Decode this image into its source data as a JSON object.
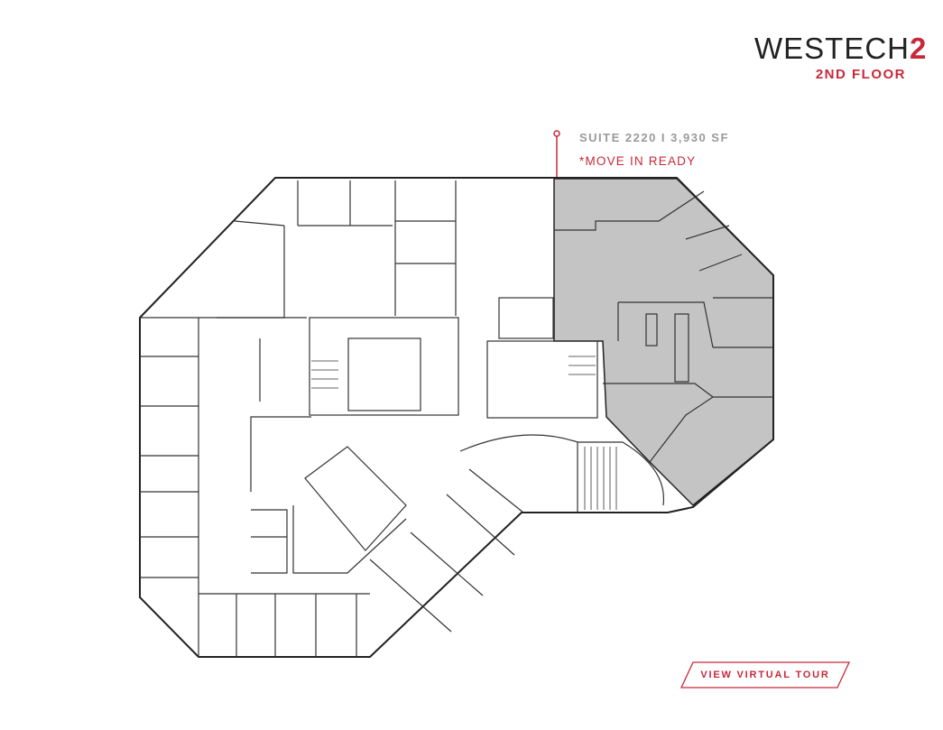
{
  "header": {
    "brand": "WESTECH",
    "brand_number": "2",
    "floor": "2ND FLOOR"
  },
  "suite": {
    "label": "SUITE 2220 I 3,930 SF",
    "status": "*MOVE IN READY"
  },
  "actions": {
    "virtual_tour": "VIEW VIRTUAL TOUR"
  },
  "colors": {
    "accent": "#c8283a",
    "highlight": "#c4c4c4",
    "wall": "#222222"
  }
}
